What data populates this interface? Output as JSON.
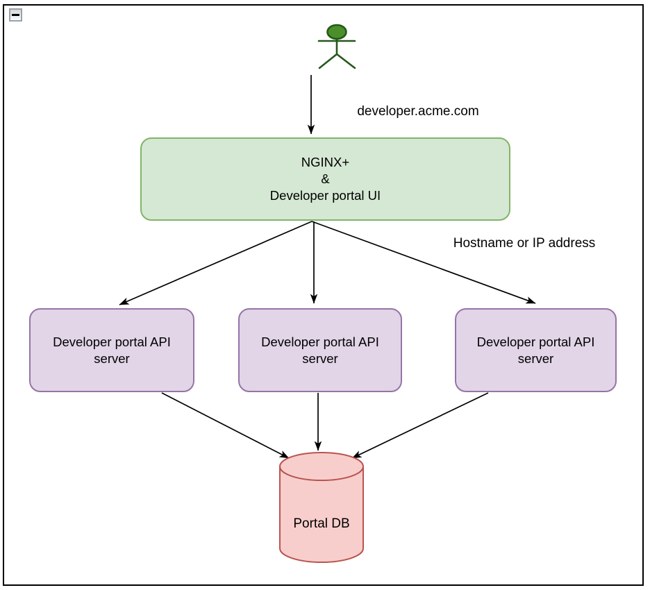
{
  "window": {
    "collapse_button": {
      "icon": "minus-icon"
    }
  },
  "colors": {
    "node_green_fill": "#D5E8D4",
    "node_green_stroke": "#82B366",
    "node_purple_fill": "#E1D5E7",
    "node_purple_stroke": "#9673A6",
    "node_red_fill": "#F8CECC",
    "node_red_stroke": "#B85450",
    "actor_fill": "#4A8F29",
    "actor_stroke": "#24581A",
    "edge_color": "#000000"
  },
  "diagram": {
    "actor": {
      "name": "user"
    },
    "edge_labels": {
      "domain": "developer.acme.com",
      "hostname": "Hostname or IP address"
    },
    "nginx_box": {
      "lines": [
        "NGINX+",
        "&",
        "Developer portal UI"
      ]
    },
    "api_servers": [
      {
        "label": "Developer portal API server"
      },
      {
        "label": "Developer portal API server"
      },
      {
        "label": "Developer portal API server"
      }
    ],
    "database": {
      "label": "Portal DB"
    }
  }
}
